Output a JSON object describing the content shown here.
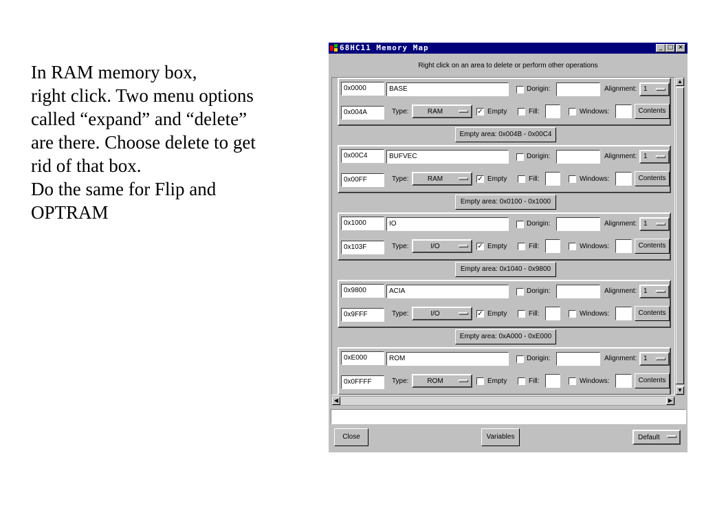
{
  "instructions": {
    "lines": [
      "In RAM memory box,",
      "right click. Two menu options",
      "called “expand” and “delete”",
      "are there. Choose delete to get",
      "rid of that box.",
      "Do the same for Flip and",
      "OPTRAM"
    ]
  },
  "window": {
    "title": "68HC11 Memory Map",
    "hint": "Right click on an area to delete or perform other operations",
    "minimize_label": "_",
    "maximize_label": "□",
    "close_label": "×"
  },
  "labels": {
    "dorigin": "Dorigin:",
    "alignment": "Alignment:",
    "type": "Type:",
    "empty": "Empty",
    "fill": "Fill:",
    "windows": "Windows:",
    "contents": "Contents"
  },
  "blocks": [
    {
      "start": "0x0000",
      "end": "0x004A",
      "name": "BASE",
      "type": "RAM",
      "empty_checked": "✓",
      "alignment": "1"
    },
    {
      "start": "0x00C4",
      "end": "0x00FF",
      "name": "BUFVEC",
      "type": "RAM",
      "empty_checked": "✓",
      "alignment": "1"
    },
    {
      "start": "0x1000",
      "end": "0x103F",
      "name": "IO",
      "type": "I/O",
      "empty_checked": "✓",
      "alignment": "1"
    },
    {
      "start": "0x9800",
      "end": "0x9FFF",
      "name": "ACIA",
      "type": "I/O",
      "empty_checked": "✓",
      "alignment": "1"
    },
    {
      "start": "0xE000",
      "end": "0x0FFFF",
      "name": "ROM",
      "type": "ROM",
      "empty_checked": "",
      "alignment": "1"
    }
  ],
  "empty_areas": [
    "Empty area: 0x004B - 0x00C4",
    "Empty area: 0x0100 - 0x1000",
    "Empty area: 0x1040 - 0x9800",
    "Empty area: 0xA000 - 0xE000"
  ],
  "footer": {
    "close_label": "Close",
    "variables_label": "Variables",
    "default_label": "Default"
  },
  "colors": {
    "titlebar": "#00007b",
    "face": "#c0c0c0"
  }
}
